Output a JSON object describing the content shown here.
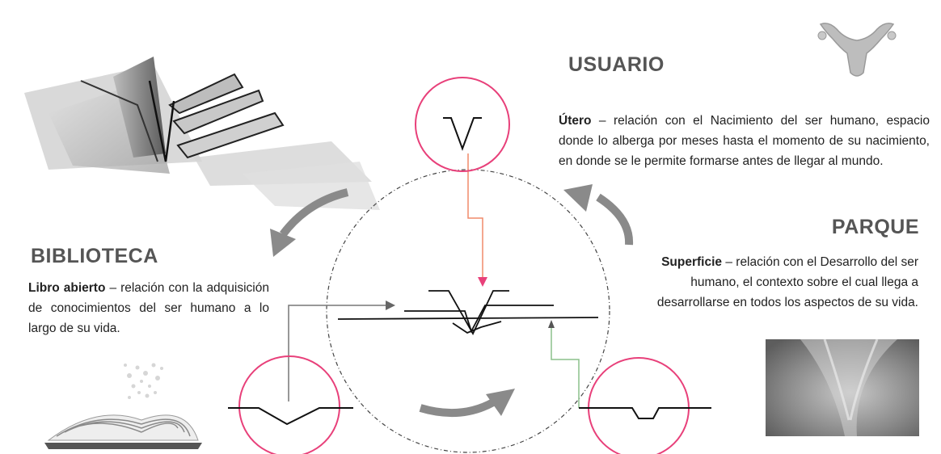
{
  "usuario": {
    "title": "USUARIO",
    "keyword": "Útero",
    "text": " – relación con el Nacimiento del ser humano, espacio donde lo alberga por meses hasta el momento de su nacimiento, en donde se le permite formarse antes de llegar al mundo.",
    "icon": "uterus-icon"
  },
  "biblioteca": {
    "title": "BIBLIOTECA",
    "keyword": "Libro abierto",
    "text": " – relación con la adquisición de conocimientos del ser humano a lo largo de su vida.",
    "icon": "open-book-icon"
  },
  "parque": {
    "title": "PARQUE",
    "keyword": "Superficie",
    "text": " – relación con el Desarrollo del ser humano, el contexto sobre el cual llega a desarrollarse en todos los aspectos de su vida.",
    "icon": "ground-surface-photo"
  },
  "colors": {
    "circle": "#e8407a",
    "connector_usuario": "#f08a6a",
    "connector_parque": "#8cc08c",
    "connector_biblioteca": "#777777",
    "arrow": "#8a8a8a",
    "heading": "#555555"
  }
}
